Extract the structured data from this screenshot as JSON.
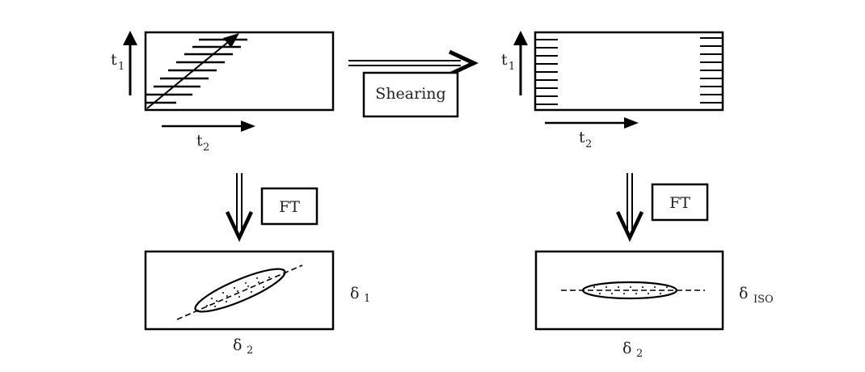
{
  "colors": {
    "ink": "#000000",
    "text": "#222222",
    "background": "#ffffff"
  },
  "labels": {
    "t1_main": "t",
    "t1_sub": "1",
    "t2_main": "t",
    "t2_sub": "2",
    "shearing": "Shearing",
    "ft": "FT",
    "delta": "δ",
    "delta1_sub": "1",
    "delta2_sub": "2",
    "iso_sub": "ISO"
  }
}
